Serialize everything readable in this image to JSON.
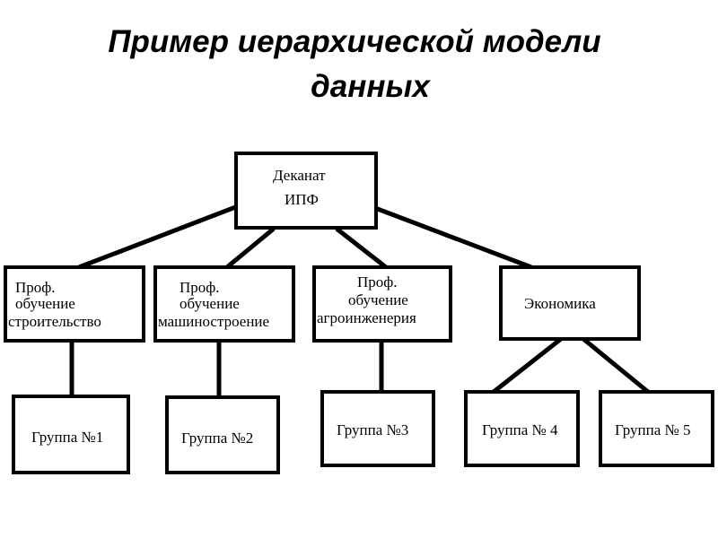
{
  "title": {
    "line1": "Пример иерархической модели",
    "line2": "данных"
  },
  "diagram": {
    "root": {
      "lines": [
        "Деканат",
        "ИПФ"
      ]
    },
    "level2": [
      {
        "lines": [
          "Проф.",
          "обучение",
          "строительство"
        ]
      },
      {
        "lines": [
          "Проф.",
          "обучение",
          "машиностроение"
        ]
      },
      {
        "lines": [
          "Проф.",
          "обучение",
          "агроинженерия"
        ]
      },
      {
        "lines": [
          "Экономика"
        ]
      }
    ],
    "level3": [
      {
        "lines": [
          "Группа №1"
        ]
      },
      {
        "lines": [
          "Группа №2"
        ]
      },
      {
        "lines": [
          "Группа №3"
        ]
      },
      {
        "lines": [
          "Группа № 4"
        ]
      },
      {
        "lines": [
          "Группа № 5"
        ]
      }
    ]
  }
}
